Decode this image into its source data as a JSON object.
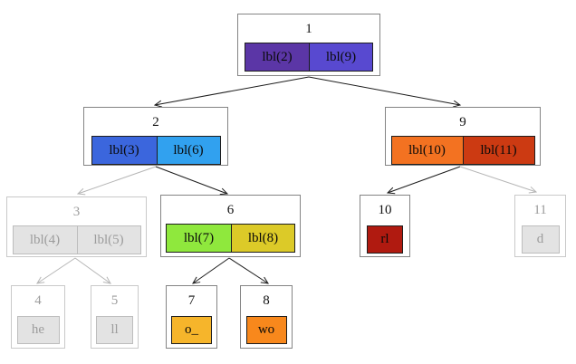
{
  "diagram": {
    "type": "tree",
    "background": "#ffffff",
    "nodes": {
      "n1": {
        "id": "1",
        "state": "active",
        "cells": [
          {
            "label": "lbl(2)",
            "color": "#5b36a6"
          },
          {
            "label": "lbl(9)",
            "color": "#5849d0"
          }
        ]
      },
      "n2": {
        "id": "2",
        "state": "active",
        "cells": [
          {
            "label": "lbl(3)",
            "color": "#3b66dd"
          },
          {
            "label": "lbl(6)",
            "color": "#31a1ef"
          }
        ]
      },
      "n9": {
        "id": "9",
        "state": "active",
        "cells": [
          {
            "label": "lbl(10)",
            "color": "#f37221"
          },
          {
            "label": "lbl(11)",
            "color": "#cc3a12"
          }
        ]
      },
      "n3": {
        "id": "3",
        "state": "inactive",
        "cells": [
          {
            "label": "lbl(4)",
            "color": "#e3e3e3"
          },
          {
            "label": "lbl(5)",
            "color": "#e3e3e3"
          }
        ]
      },
      "n6": {
        "id": "6",
        "state": "active",
        "cells": [
          {
            "label": "lbl(7)",
            "color": "#8fe83d"
          },
          {
            "label": "lbl(8)",
            "color": "#dcca28"
          }
        ]
      },
      "n10": {
        "id": "10",
        "state": "active",
        "cells": [
          {
            "label": "rl",
            "color": "#b01a10"
          }
        ]
      },
      "n11": {
        "id": "11",
        "state": "inactive",
        "cells": [
          {
            "label": "d",
            "color": "#e3e3e3"
          }
        ]
      },
      "n4": {
        "id": "4",
        "state": "inactive",
        "cells": [
          {
            "label": "he",
            "color": "#e3e3e3"
          }
        ]
      },
      "n5": {
        "id": "5",
        "state": "inactive",
        "cells": [
          {
            "label": "ll",
            "color": "#e3e3e3"
          }
        ]
      },
      "n7": {
        "id": "7",
        "state": "active",
        "cells": [
          {
            "label": "o_",
            "color": "#f6b52b"
          }
        ]
      },
      "n8": {
        "id": "8",
        "state": "active",
        "cells": [
          {
            "label": "wo",
            "color": "#f8881c"
          }
        ]
      }
    },
    "edges": [
      {
        "from": "1",
        "to": "2",
        "state": "active"
      },
      {
        "from": "1",
        "to": "9",
        "state": "active"
      },
      {
        "from": "2",
        "to": "3",
        "state": "inactive"
      },
      {
        "from": "2",
        "to": "6",
        "state": "active"
      },
      {
        "from": "9",
        "to": "10",
        "state": "active"
      },
      {
        "from": "9",
        "to": "11",
        "state": "inactive"
      },
      {
        "from": "3",
        "to": "4",
        "state": "inactive"
      },
      {
        "from": "3",
        "to": "5",
        "state": "inactive"
      },
      {
        "from": "6",
        "to": "7",
        "state": "active"
      },
      {
        "from": "6",
        "to": "8",
        "state": "active"
      }
    ],
    "colors": {
      "edge_active": "#1c1c1c",
      "edge_inactive": "#b6b6b6"
    }
  }
}
